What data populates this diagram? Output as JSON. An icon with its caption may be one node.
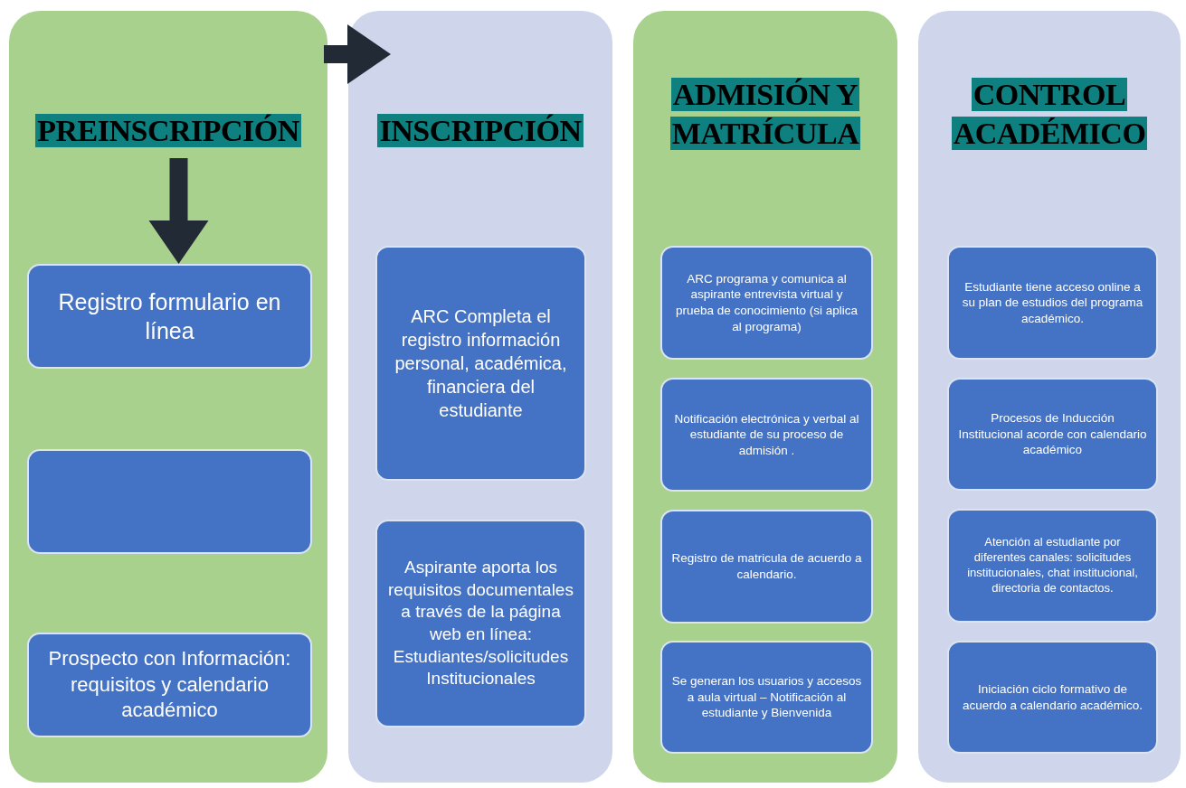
{
  "diagram": {
    "nodes": [
      {
        "text": [
          "PREINSCRIPCIÓN"
        ]
      },
      {
        "text": [
          "Registro formulario en línea"
        ],
        "in": 0
      },
      {
        "text": [],
        "shape": "box",
        "in": 0
      },
      {
        "text": [
          "Prospecto con Información: requisitos y calendario académico"
        ],
        "in": 0
      },
      {
        "text": [
          "INSCRIPCIÓN"
        ]
      },
      {
        "text": [
          "ARC Completa el registro información personal, académica, financiera del estudiante"
        ],
        "in": 4
      },
      {
        "text": [
          "Aspirante aporta los requisitos documentales a través de la página web en línea: Estudiantes/solicitudes Institucionales"
        ],
        "in": 4
      },
      {
        "text": [
          "ADMISIÓN Y MATRÍCULA"
        ]
      },
      {
        "text": [
          "ARC programa y comunica al aspirante entrevista virtual y prueba de conocimiento (si aplica al programa)"
        ],
        "in": 7
      },
      {
        "text": [
          "Notificación electrónica y verbal al estudiante de su proceso de admisión ."
        ],
        "in": 7
      },
      {
        "text": [
          "Registro de matricula de acuerdo a calendario."
        ],
        "in": 7
      },
      {
        "text": [
          "Se generan los usuarios y accesos a aula virtual – Notificación al estudiante y Bienvenida"
        ],
        "in": 7
      },
      {
        "text": [
          "CONTROL ACADÉMICO"
        ]
      },
      {
        "text": [
          "Estudiante tiene acceso online a su plan de estudios del programa académico."
        ],
        "in": 12
      },
      {
        "text": [
          "Procesos de Inducción Institucional acorde con calendario académico"
        ],
        "in": 12
      },
      {
        "text": [
          "Atención al estudiante por diferentes canales: solicitudes institucionales, chat institucional, directoria de contactos."
        ],
        "in": 12
      },
      {
        "text": [
          "Iniciación ciclo formativo de acuerdo a calendario académico."
        ],
        "in": 12
      }
    ],
    "edges": [
      {
        "from": 0,
        "to": 4,
        "arrow": "to"
      },
      {
        "from": null,
        "to": 1,
        "arrow": "to"
      }
    ]
  }
}
